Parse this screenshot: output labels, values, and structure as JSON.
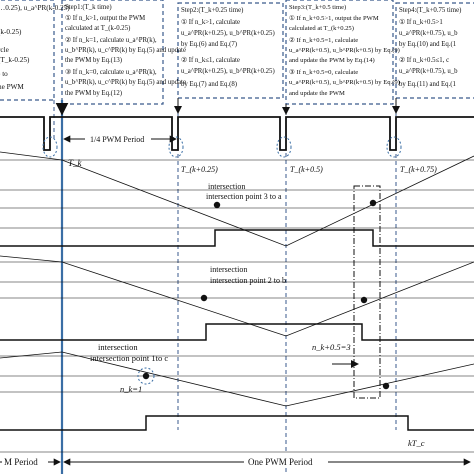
{
  "boxes": {
    "left": {
      "line1": "…0.25), u_a^PR(k-0.25)",
      "line2": "(k-0.25)",
      "line3": "rcle",
      "line4": "(T_k-0.25)",
      "line5": ") to",
      "line6": "ne PWM"
    },
    "step1": {
      "line1": "Step1:(T_k time)",
      "line2": "① If n_k>1, output the PWM",
      "line3": "calculated at T_(k-0.25)",
      "line4": "② If n_k=1, calculate u_a^PR(k),",
      "line5": "u_b^PR(k), u_c^PR(k) by Eq.(5) and update",
      "line6": "the PWM by Eq.(13)",
      "line7": "③ If n_k=0, calculate u_a^PR(k),",
      "line8": "u_b^PR(k), u_c^PR(k) by Eq.(5) and update",
      "line9": "the PWM by Eq.(12)"
    },
    "step2": {
      "line1": "Step2:(T_k+0.25 time)",
      "line2": "① If n_k>1, calculate",
      "line3": "u_a^PR(k+0.25), u_b^PR(k+0.25)",
      "line4": "by Eq.(6) and Eq.(7)",
      "line5": "② If n_k≤1, calculate",
      "line6": "u_a^PR(k+0.25), u_b^PR(k+0.25)",
      "line7": "by Eq.(7) and Eq.(8)"
    },
    "step3": {
      "line1": "Step3:(T_k+0.5 time)",
      "line2": "① If n_k+0.5>1, output the PWM",
      "line3": "calculated at T_(k+0.25)",
      "line4": "② If n_k+0.5=1, calculate",
      "line5": "u_a^PR(k+0.5), u_b^PR(k+0.5) by Eq.(9)",
      "line6": "and update the PWM by Eq.(14)",
      "line7": "③ If n_k+0.5=0, calculate",
      "line8": "u_a^PR(k+0.5), u_b^PR(k+0.5) by Eq.(9)",
      "line9": "and update the PWM"
    },
    "step4": {
      "line1": "Step4:(T_k+0.75 time)",
      "line2": "① If n_k+0.5>1",
      "line3": "u_a^PR(k+0.75), u_b",
      "line4": "by Eq.(10) and Eq.(1",
      "line5": "② If n_k+0.5≤1, c",
      "line6": "u_a^PR(k+0.75), u_b",
      "line7": "by Eq.(11) and Eq.(1"
    }
  },
  "labels": {
    "quarter_period": "1/4 PWM Period",
    "tk": "T_k",
    "tk025": "T_(k+0.25)",
    "tk05": "T_(k+0.5)",
    "tk075": "T_(k+0.75)",
    "intersection3": "intersection point 3 to a",
    "intersection2": "intersection point 2 to b",
    "intersection1": "intersection point 1to c",
    "nk1": "n_k=1",
    "nk05": "n_k+0.5=3",
    "ktc": "kT_c",
    "pwm_period_left": "M Period",
    "pwm_period_main": "One PWM Period"
  },
  "colors": {
    "box_border": "#3a5a8c",
    "axis_line": "#3a6ea5",
    "stroke": "#111111"
  }
}
